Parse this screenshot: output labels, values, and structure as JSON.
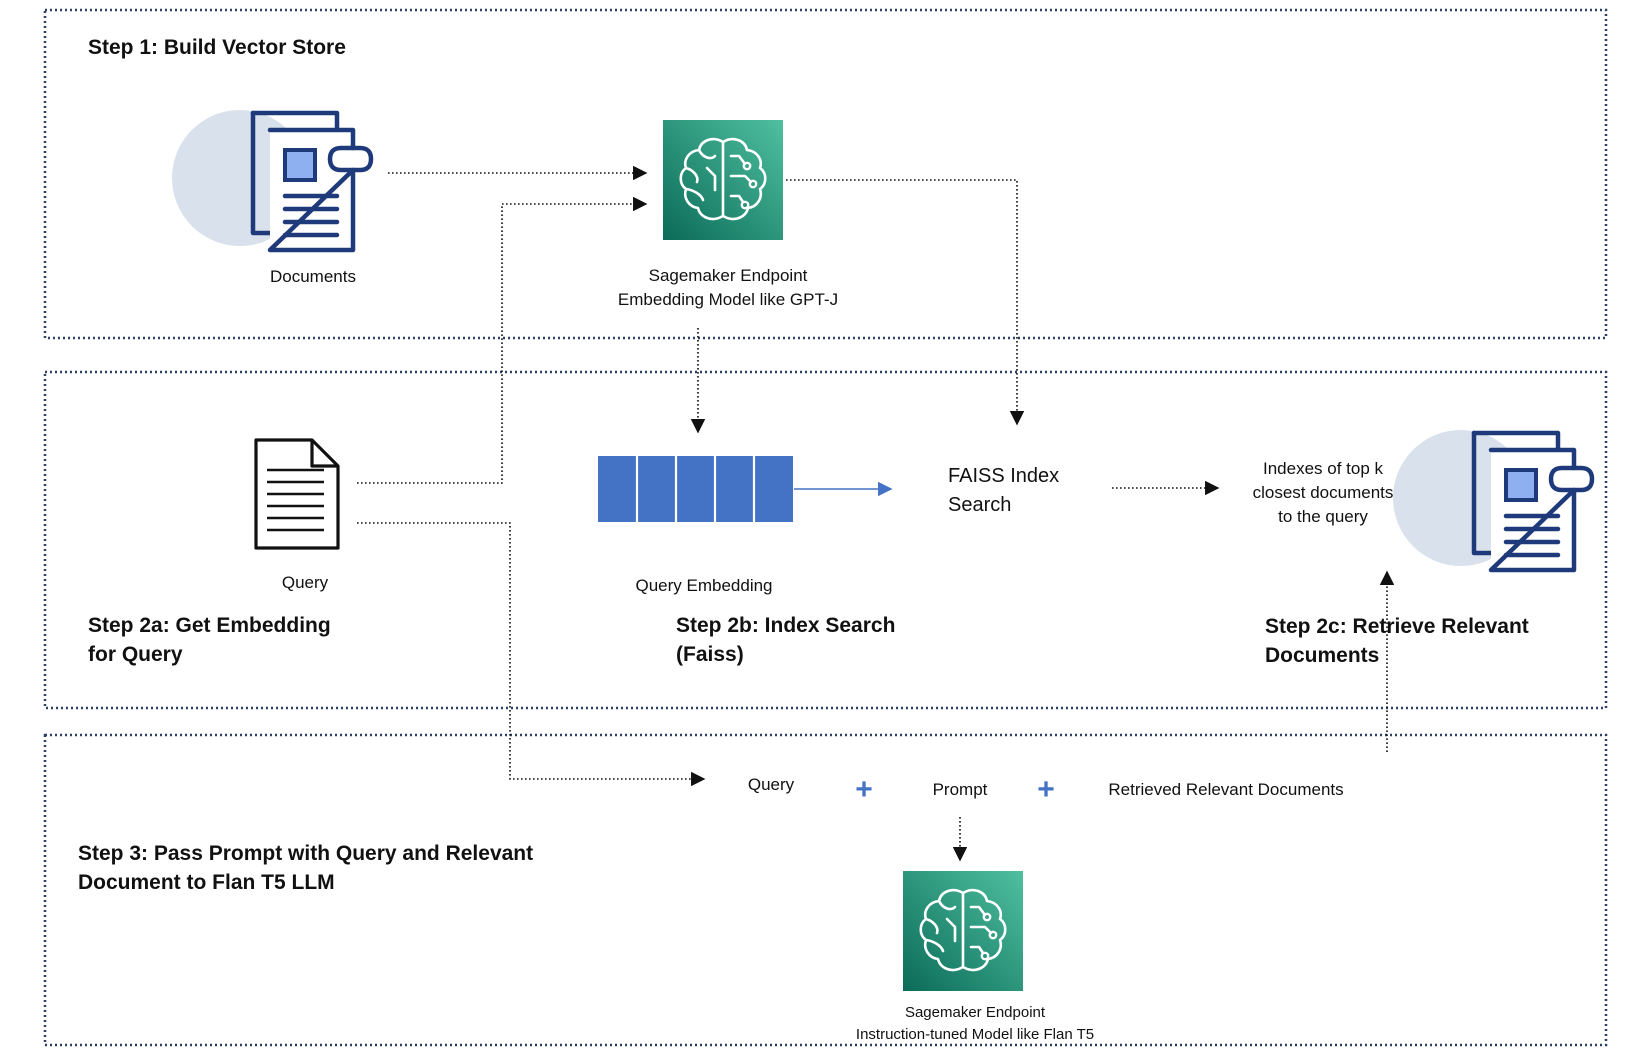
{
  "steps": {
    "step1": "Step 1: Build Vector Store",
    "step2a": [
      "Step 2a: Get Embedding",
      "for Query"
    ],
    "step2b": [
      "Step 2b: Index Search",
      "(Faiss)"
    ],
    "step2c": [
      "Step 2c: Retrieve Relevant",
      "Documents"
    ],
    "step3": [
      "Step 3: Pass Prompt with Query and Relevant",
      "Document to Flan T5 LLM"
    ]
  },
  "nodes": {
    "documents": "Documents",
    "embedding_endpoint": [
      "Sagemaker Endpoint",
      "Embedding Model like GPT-J"
    ],
    "query": "Query",
    "query_embedding": "Query Embedding",
    "faiss": [
      "FAISS Index",
      "Search"
    ],
    "indexes": [
      "Indexes of top k",
      "closest documents",
      "to the query"
    ],
    "prompt_query": "Query",
    "prompt": "Prompt",
    "retrieved_docs": "Retrieved Relevant Documents",
    "llm_endpoint": [
      "Sagemaker Endpoint",
      "Instruction-tuned Model like Flan T5"
    ]
  },
  "symbols": {
    "plus": "+"
  },
  "colors": {
    "panel_border": "#2e3f66",
    "doc_icon": "#1f3a7a",
    "doc_icon_accent": "#8fb0f0",
    "doc_icon_circle": "#d8e1ec",
    "embedding_bar": "#4472c4",
    "sagemaker_dark": "#0b6b58",
    "sagemaker_light": "#4fc0a0",
    "plus_blue": "#4472c4"
  },
  "icons": {
    "documents": "documents-icon",
    "sagemaker": "sagemaker-brain-icon",
    "query": "document-page-icon"
  }
}
